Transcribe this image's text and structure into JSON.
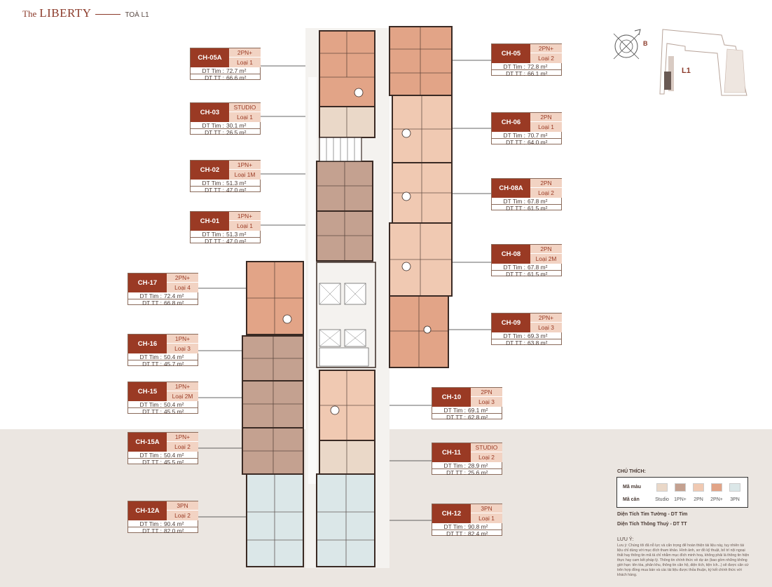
{
  "header": {
    "brand_prefix": "The",
    "brand_name": "LIBERTY",
    "tower": "TOÀ L1"
  },
  "site": {
    "compass_label": "B",
    "block_label": "L1"
  },
  "units": [
    {
      "code": "CH-05A",
      "rooms": "2PN+",
      "type": "Loại 1",
      "dt_tim": "72.7 m²",
      "dt_tt": "66.6 m²"
    },
    {
      "code": "CH-03",
      "rooms": "STUDIO",
      "type": "Loại 1",
      "dt_tim": "30.1 m²",
      "dt_tt": "26.5 m²"
    },
    {
      "code": "CH-02",
      "rooms": "1PN+",
      "type": "Loại 1M",
      "dt_tim": "51.3 m²",
      "dt_tt": "47.0 m²"
    },
    {
      "code": "CH-01",
      "rooms": "1PN+",
      "type": "Loại 1",
      "dt_tim": "51.3 m²",
      "dt_tt": "47.0 m²"
    },
    {
      "code": "CH-17",
      "rooms": "2PN+",
      "type": "Loại 4",
      "dt_tim": "72.4 m²",
      "dt_tt": "66.8 m²"
    },
    {
      "code": "CH-16",
      "rooms": "1PN+",
      "type": "Loại 3",
      "dt_tim": "50.4 m²",
      "dt_tt": "45.7 m²"
    },
    {
      "code": "CH-15",
      "rooms": "1PN+",
      "type": "Loại 2M",
      "dt_tim": "50.4 m²",
      "dt_tt": "45.5 m²"
    },
    {
      "code": "CH-15A",
      "rooms": "1PN+",
      "type": "Loại 2",
      "dt_tim": "50.4 m²",
      "dt_tt": "45.5 m²"
    },
    {
      "code": "CH-12A",
      "rooms": "3PN",
      "type": "Loại 2",
      "dt_tim": "90.4 m²",
      "dt_tt": "82.0 m²"
    },
    {
      "code": "CH-05",
      "rooms": "2PN+",
      "type": "Loại 2",
      "dt_tim": "72.8 m²",
      "dt_tt": "66.1 m²"
    },
    {
      "code": "CH-06",
      "rooms": "2PN",
      "type": "Loại 1",
      "dt_tim": "70.7 m²",
      "dt_tt": "64.0 m²"
    },
    {
      "code": "CH-08A",
      "rooms": "2PN",
      "type": "Loại 2",
      "dt_tim": "67.8 m²",
      "dt_tt": "61.5 m²"
    },
    {
      "code": "CH-08",
      "rooms": "2PN",
      "type": "Loại 2M",
      "dt_tim": "67.8 m²",
      "dt_tt": "61.5 m²"
    },
    {
      "code": "CH-09",
      "rooms": "2PN+",
      "type": "Loại 3",
      "dt_tim": "69.3 m²",
      "dt_tt": "63.8 m²"
    },
    {
      "code": "CH-10",
      "rooms": "2PN",
      "type": "Loại 3",
      "dt_tim": "69.1 m²",
      "dt_tt": "62.8 m²"
    },
    {
      "code": "CH-11",
      "rooms": "STUDIO",
      "type": "Loại 2",
      "dt_tim": "28.9 m²",
      "dt_tt": "25.6 m²"
    },
    {
      "code": "CH-12",
      "rooms": "3PN",
      "type": "Loại 1",
      "dt_tim": "90.8 m²",
      "dt_tt": "82.4 m²"
    }
  ],
  "area_labels": {
    "dt_tim": "DT Tim :",
    "dt_tt": "DT TT :"
  },
  "legend": {
    "title": "CHÚ THÍCH:",
    "color_row": "Mã màu",
    "unit_row": "Mã căn",
    "items": [
      {
        "label": "Studio",
        "color": "#ead8c8"
      },
      {
        "label": "1PN+",
        "color": "#c4a190"
      },
      {
        "label": "2PN",
        "color": "#f0c9b2"
      },
      {
        "label": "2PN+",
        "color": "#e2a487"
      },
      {
        "label": "3PN",
        "color": "#dbe7e8"
      }
    ]
  },
  "definitions": {
    "dt_tim": "Diện Tích Tim Tường - DT Tim",
    "dt_tt": "Diện Tích Thông Thuỷ - DT TT"
  },
  "note": {
    "title": "LƯU Ý:",
    "body": "Lưu ý: Chúng tôi đã nỗ lực và cẩn trọng để hoàn thiện tài liệu này, tuy nhiên tài liệu chỉ dùng với mục đích tham khảo. Hình ảnh, sơ đồ kỹ thuật, bố trí nội ngoại thất hay thông tin mã tả chỉ nhằm mục đích minh hoạ, không phải là thông tin hiện thực hay cam kết pháp lý. Thông tin chính thức về dự án (bao gồm những không giới hạn: tên tòa, phân khu, thông tin căn hộ, diện tích, tiện ích...) sẽ được căn cứ trên hợp đồng mua bán và các tài liệu được thỏa thuận, ký kết chính thức với khách hàng."
  }
}
